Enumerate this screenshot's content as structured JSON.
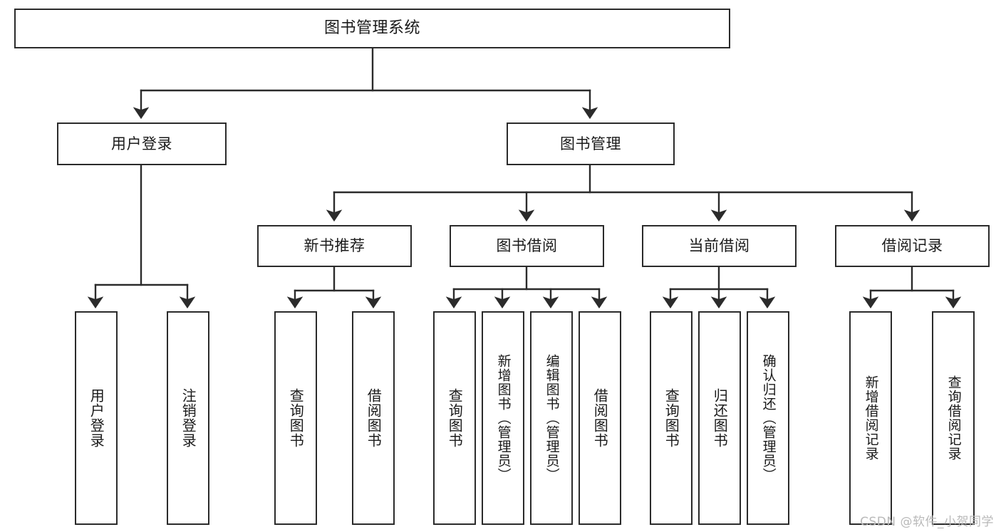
{
  "diagram": {
    "title": "图书管理系统",
    "type": "tree",
    "root": {
      "label": "图书管理系统"
    },
    "level1": [
      {
        "label": "用户登录"
      },
      {
        "label": "图书管理"
      }
    ],
    "level2": [
      {
        "label": "新书推荐"
      },
      {
        "label": "图书借阅"
      },
      {
        "label": "当前借阅"
      },
      {
        "label": "借阅记录"
      }
    ],
    "leaves": {
      "user_login": [
        {
          "label": "用户登录"
        },
        {
          "label": "注销登录"
        }
      ],
      "new_book_recommend": [
        {
          "label": "查询图书"
        },
        {
          "label": "借阅图书"
        }
      ],
      "book_borrow": [
        {
          "label": "查询图书"
        },
        {
          "label": "新增图书（管理员）"
        },
        {
          "label": "编辑图书（管理员）"
        },
        {
          "label": "借阅图书"
        }
      ],
      "current_borrow": [
        {
          "label": "查询图书"
        },
        {
          "label": "归还图书"
        },
        {
          "label": "确认归还（管理员）"
        }
      ],
      "borrow_record": [
        {
          "label": "新增借阅记录"
        },
        {
          "label": "查询借阅记录"
        }
      ]
    }
  },
  "watermark": {
    "text": "CSDN @软件_小贺同学"
  },
  "colors": {
    "stroke": "#2b2b2b",
    "fill": "#ffffff",
    "text": "#1a1a1a",
    "watermark": "#b9b9b9"
  }
}
